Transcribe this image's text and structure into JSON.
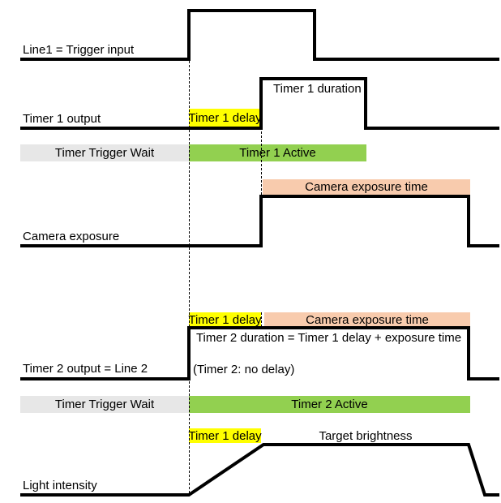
{
  "diagram_type": "timing-diagram",
  "colors": {
    "signal": "#000000",
    "delay_highlight_yellow": "#FFFF00",
    "active_green": "#92D050",
    "wait_gray": "#E7E7E7",
    "exposure_orange": "#F8CBAD",
    "background": "#FFFFFF"
  },
  "rows": {
    "trigger": {
      "label": "Line1 = Trigger input"
    },
    "timer1": {
      "label": "Timer 1 output",
      "delay": "Timer 1 delay",
      "duration": "Timer 1 duration"
    },
    "status1": {
      "wait": "Timer Trigger Wait",
      "active": "Timer 1 Active"
    },
    "camera": {
      "label": "Camera exposure",
      "exposure_time": "Camera exposure time"
    },
    "timer2": {
      "label": "Timer 2 output = Line 2",
      "delay": "Timer 1 delay",
      "exposure_time": "Camera exposure time",
      "duration": "Timer 2 duration = Timer 1 delay + exposure time",
      "no_delay": "(Timer 2: no delay)"
    },
    "status2": {
      "wait": "Timer Trigger Wait",
      "active": "Timer 2 Active"
    },
    "light": {
      "label": "Light intensity",
      "delay": "Timer 1 delay",
      "target": "Target brightness"
    }
  },
  "signals": {
    "trigger_waveform": "low until trigger edge, high pulse, low",
    "timer1_waveform": "low, delayed high pulse (Timer 1 duration), low",
    "camera_waveform": "low, high during exposure, low",
    "timer2_waveform": "high from trigger for delay + exposure time, low",
    "light_waveform": "ramp up during Timer 1 delay to target brightness plateau, ramp down"
  }
}
